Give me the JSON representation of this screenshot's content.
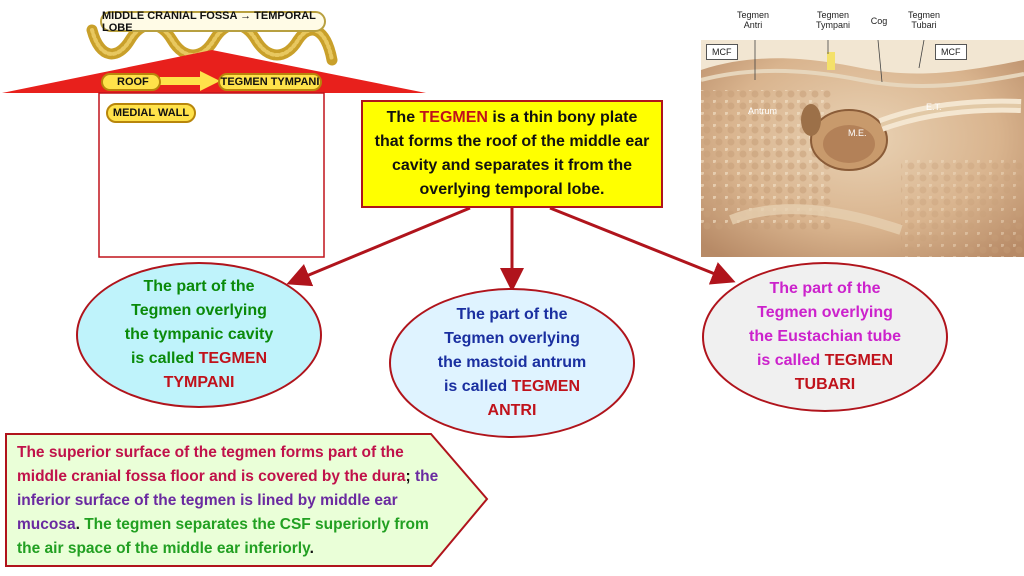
{
  "diagram": {
    "top_label": "MIDDLE CRANIAL FOSSA → TEMPORAL LOBE",
    "roof_label": "ROOF",
    "tegmen_tympani_label": "TEGMEN TYMPANI",
    "medial_wall_label": "MEDIAL WALL"
  },
  "center_box": {
    "prefix": "The ",
    "highlight": "TEGMEN",
    "rest": " is a thin bony plate that forms the roof of the middle ear cavity and separates it from the overlying temporal lobe."
  },
  "ovals": [
    {
      "text": "The part of the Tegmen overlying the tympanic cavity is called ",
      "highlight": "TEGMEN TYMPANI",
      "color": "#0a8a0a",
      "fill": "#bff3fb"
    },
    {
      "text": "The part of the Tegmen overlying the mastoid antrum is called ",
      "highlight": "TEGMEN ANTRI",
      "color": "#1a2fa0",
      "fill": "#dff3ff"
    },
    {
      "text": "The part of the Tegmen overlying the Eustachian tube is called ",
      "highlight": "TEGMEN TUBARI",
      "color": "#cc22cc",
      "fill": "#f0f0f0"
    }
  ],
  "bottom_box": {
    "part1": "The superior surface of the tegmen forms part of the middle cranial fossa floor and is covered by the dura",
    "sep1": ";",
    "part2": " the inferior surface of the tegmen is lined by middle ear mucosa",
    "sep2": ".",
    "part3": " The tegmen separates the CSF superiorly from the air space of the middle ear inferiorly",
    "sep3": ".",
    "colors": {
      "part1": "#c0124a",
      "part2": "#6a2aa0",
      "part3": "#22a022"
    }
  },
  "photo": {
    "labels": {
      "tegmen_antri": "Tegmen Antri",
      "tegmen_tympani": "Tegmen Tympani",
      "cog": "Cog",
      "tegmen_tubari": "Tegmen Tubari",
      "mcf_left": "MCF",
      "mcf_right": "MCF",
      "antrum": "Antrum",
      "me": "M.E.",
      "et": "E.T."
    }
  }
}
